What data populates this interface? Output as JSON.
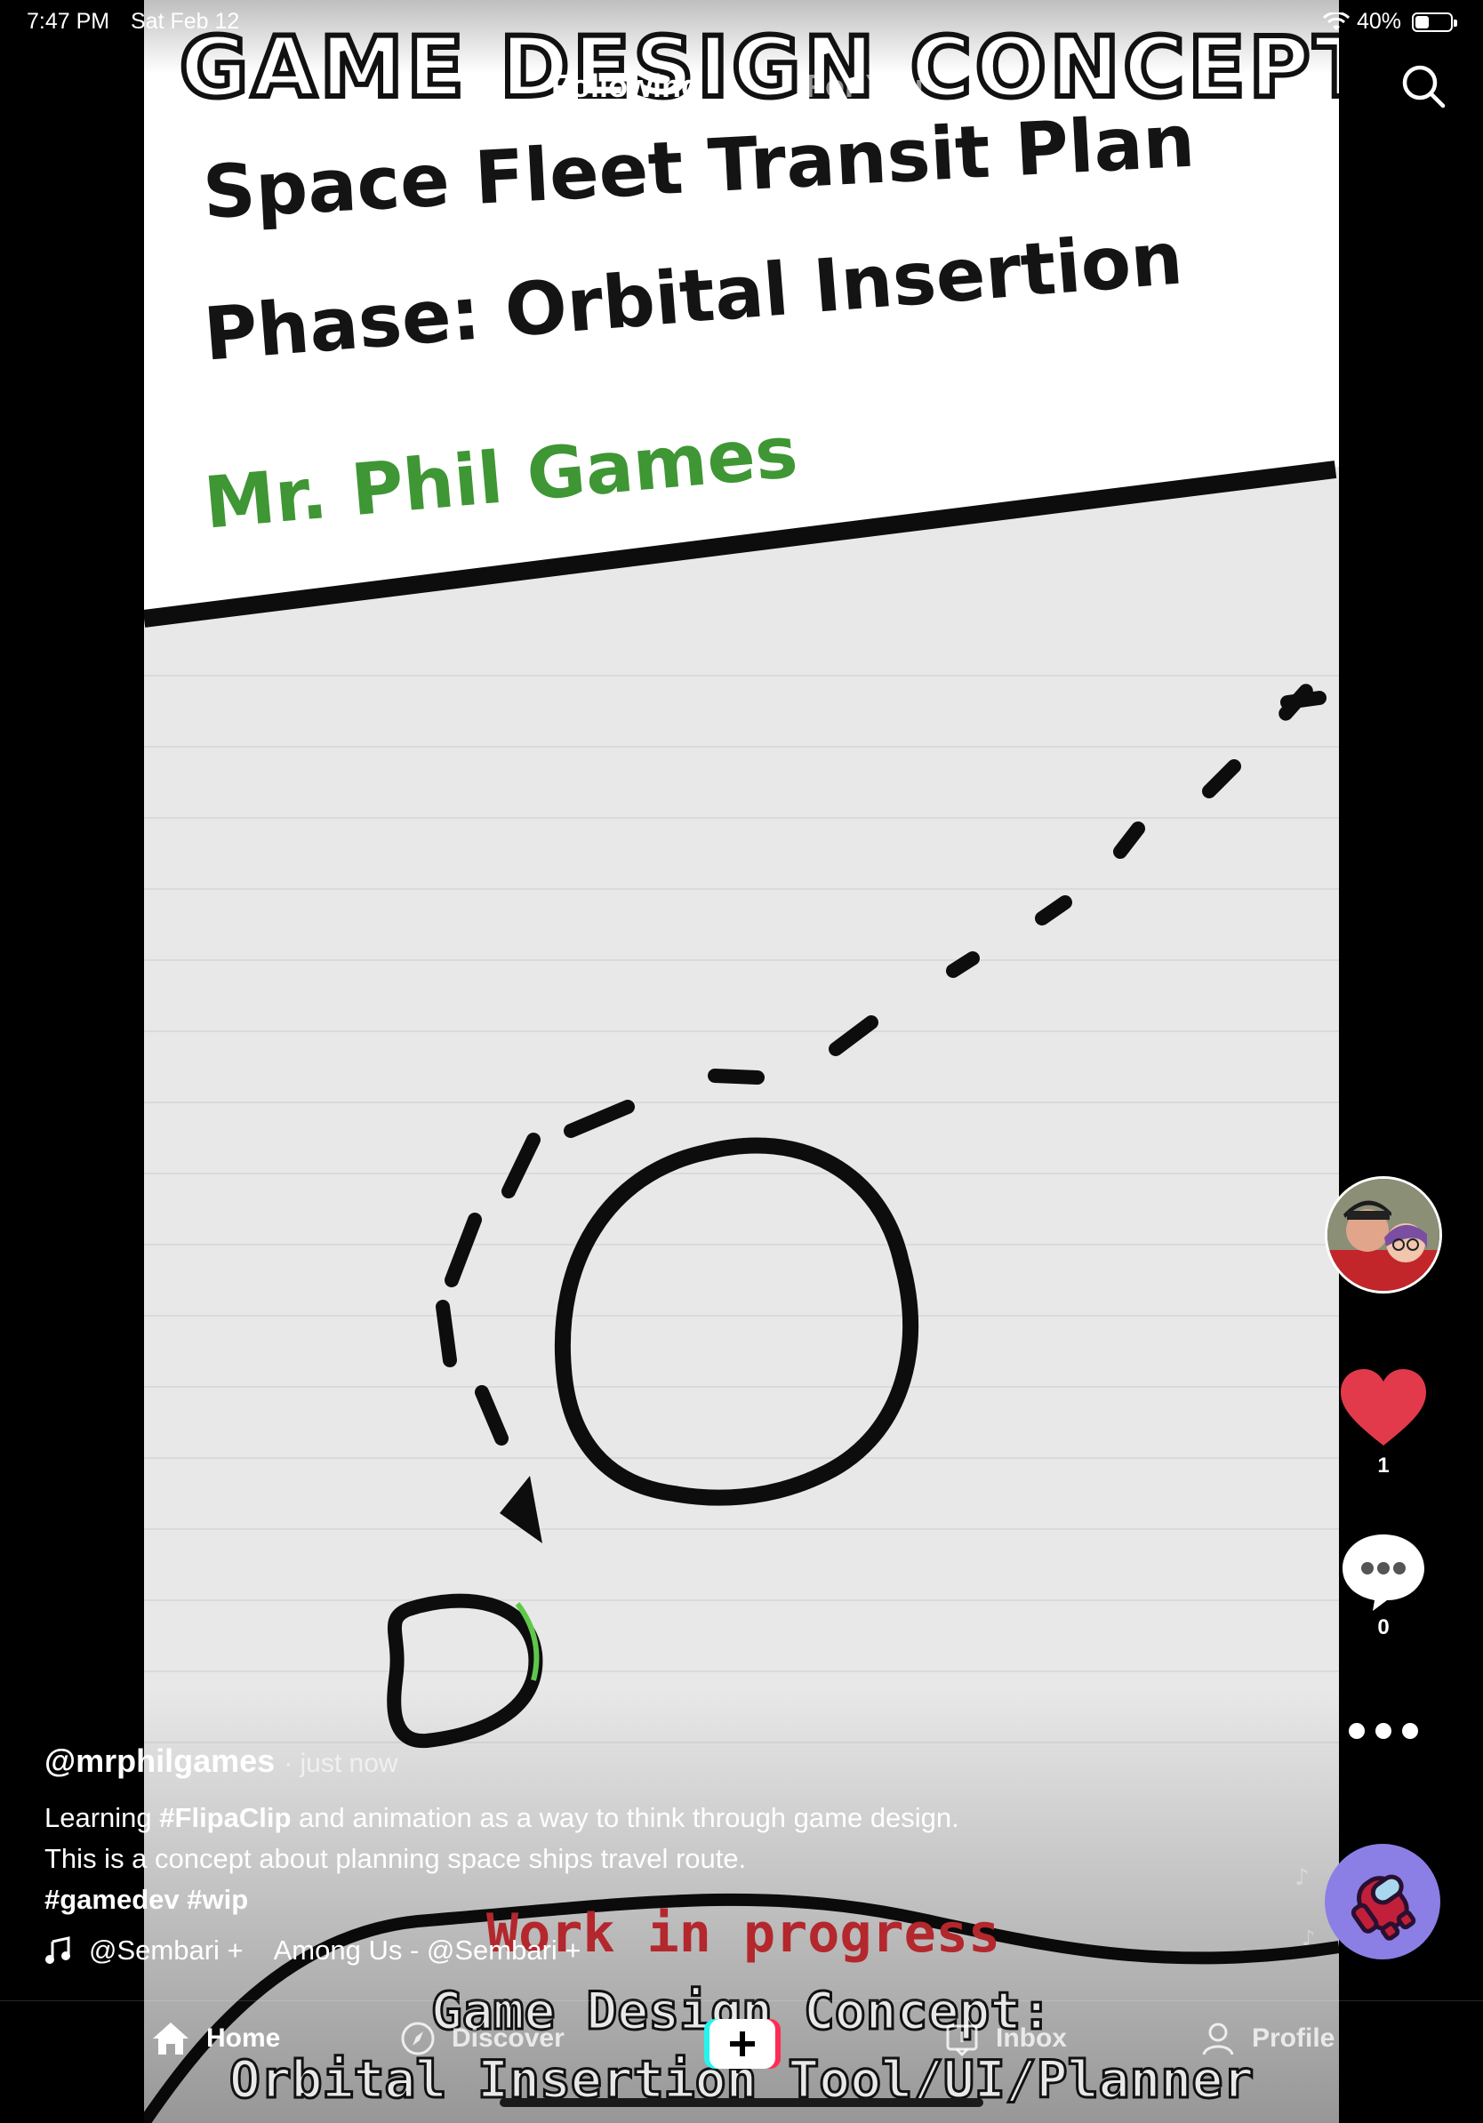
{
  "status_bar": {
    "time": "7:47 PM",
    "date": "Sat Feb 12",
    "battery_percent": "40%",
    "battery_level": 0.4
  },
  "top_nav": {
    "tabs": [
      {
        "label": "Following",
        "active": true
      },
      {
        "label": "For You",
        "active": false
      }
    ],
    "search_icon": "search-icon"
  },
  "video": {
    "banner_title": "GAME DESIGN CONCEPT",
    "line1": "Space Fleet Transit Plan",
    "line2": "Phase: Orbital Insertion",
    "line3": "Mr. Phil Games",
    "overlay_wip": "Work in progress",
    "overlay_caption1": "Game Design Concept:",
    "overlay_caption2": "Orbital Insertion Tool/UI/Planner",
    "colors": {
      "green_text": "#3f9634",
      "wip_red": "#b3272d"
    }
  },
  "right_rail": {
    "like_count": "1",
    "comment_count": "0",
    "like_color": "#e23a4a",
    "sound_disc_color": "#8b7fe6"
  },
  "caption": {
    "author": "@mrphilgames",
    "time_ago": "· just now",
    "desc_parts": {
      "p1": "Learning ",
      "tag1": "#FlipaClip",
      "p2": " and animation as a way to think through game design.  This is a concept about planning space ships travel route.",
      "tag2": "#gamedev",
      "tag3": "#wip"
    },
    "music": {
      "icon": "music-note-icon",
      "artist": "@Sembari +",
      "track": "Among Us - @Sembari +"
    }
  },
  "bottom_nav": {
    "items": [
      {
        "label": "Home",
        "icon": "home-icon"
      },
      {
        "label": "Discover",
        "icon": "compass-icon"
      },
      {
        "label": "Inbox",
        "icon": "inbox-icon"
      },
      {
        "label": "Profile",
        "icon": "profile-icon"
      }
    ],
    "create_icon": "plus-icon"
  }
}
